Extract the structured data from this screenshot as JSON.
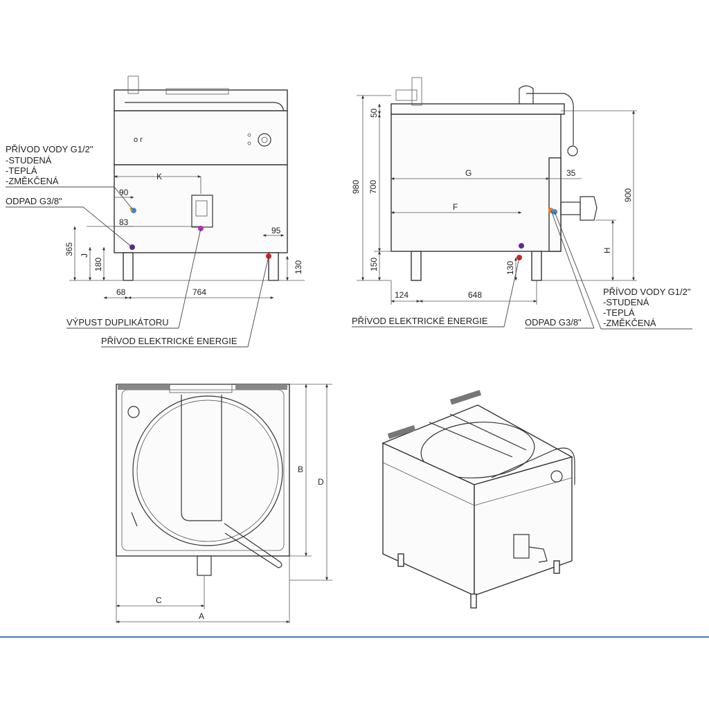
{
  "left_view": {
    "labels": {
      "water_inlet": "PŘÍVOD VODY G1/2\"",
      "cold": "-STUDENÁ",
      "warm": "-TEPLÁ",
      "softened": "-ZMĚKČENÁ",
      "drain": "ODPAD G3/8\"",
      "jacket_drain": "VÝPUST DUPLIKÁTORU",
      "power": "PŘÍVOD ELEKTRICKÉ ENERGIE"
    },
    "dims": {
      "k": "K",
      "d90": "90",
      "d83": "83",
      "d365": "365",
      "j": "J",
      "d180": "180",
      "d95": "95",
      "d130": "130",
      "d68": "68",
      "d764": "764"
    }
  },
  "right_view": {
    "labels": {
      "water_inlet": "PŘÍVOD VODY G1/2\"",
      "cold": "-STUDENÁ",
      "warm": "-TEPLÁ",
      "softened": "-ZMĚKČENÁ",
      "power": "PŘÍVOD ELEKTRICKÉ ENERGIE",
      "drain": "ODPAD G3/8\""
    },
    "dims": {
      "d50": "50",
      "d980": "980",
      "d700": "700",
      "g": "G",
      "d35": "35",
      "d900": "900",
      "f": "F",
      "h": "H",
      "d150": "150",
      "d130": "130",
      "d124": "124",
      "d648": "648"
    }
  },
  "top_view": {
    "dims": {
      "b": "B",
      "d": "D",
      "c": "C",
      "a": "A"
    }
  },
  "colors": {
    "purple": "#5b2c91",
    "magenta": "#c02cc0",
    "red": "#d42020",
    "blue": "#2040d0",
    "green": "#20a040",
    "orange": "#f08020",
    "rule": "#4a78b8"
  }
}
